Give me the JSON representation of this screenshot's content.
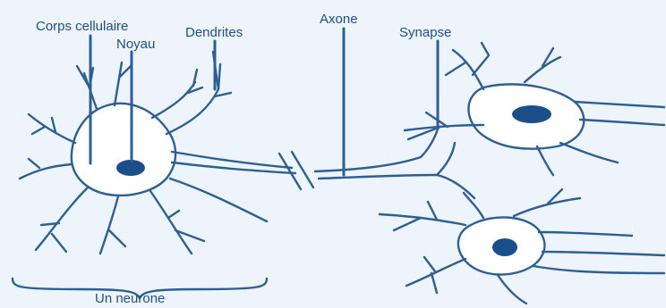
{
  "diagram": {
    "labels": {
      "corps_cellulaire": "Corps cellulaire",
      "noyau": "Noyau",
      "dendrites": "Dendrites",
      "axone": "Axone",
      "synapse": "Synapse",
      "un_neurone": "Un neurone"
    },
    "colors": {
      "background": "#eef4fb",
      "cell_fill": "#ffffff",
      "outline": "#2d5f94",
      "nucleus": "#1b4f8c",
      "label_text": "#1f4e86"
    }
  }
}
